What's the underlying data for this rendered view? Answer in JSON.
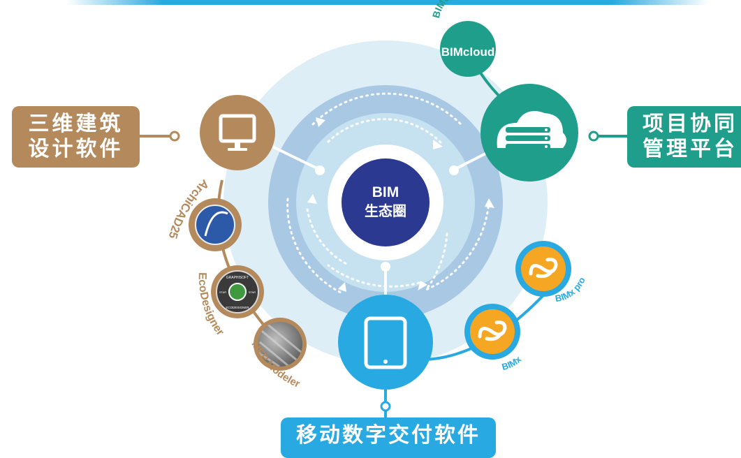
{
  "center": {
    "line1": "BIM",
    "line2": "生态圈"
  },
  "categories": {
    "design": {
      "line1": "三维建筑",
      "line2": "设计软件"
    },
    "collab": {
      "line1": "项目协同",
      "line2": "管理平台"
    },
    "mobile": {
      "line1": "移动数字交付软件"
    }
  },
  "products": {
    "archicad": "ArchiCAD25",
    "ecodesigner": "EcoDesigner",
    "mep": "MEP Modeler",
    "bimcloud": "BIMcloud",
    "bimcloud_logo_text": "BIMcloud",
    "bimx_pro": "BIMx pro",
    "bimx": "BIMx",
    "eco_seal_top": "GRAPHISOFT",
    "eco_seal_bottom": "ECODESIGNER",
    "eco_star_left": "STAR",
    "eco_star_right": "STAR"
  },
  "colors": {
    "design_brown": "#b48a5c",
    "collab_teal": "#1e9e8b",
    "mobile_blue": "#29a9e1",
    "center_navy": "#2b3990",
    "ring_outer": "#ddeef7",
    "ring_mid": "#a8c8e3",
    "ring_inner": "#c6e2f0",
    "top_bar": "#29a9e1"
  }
}
